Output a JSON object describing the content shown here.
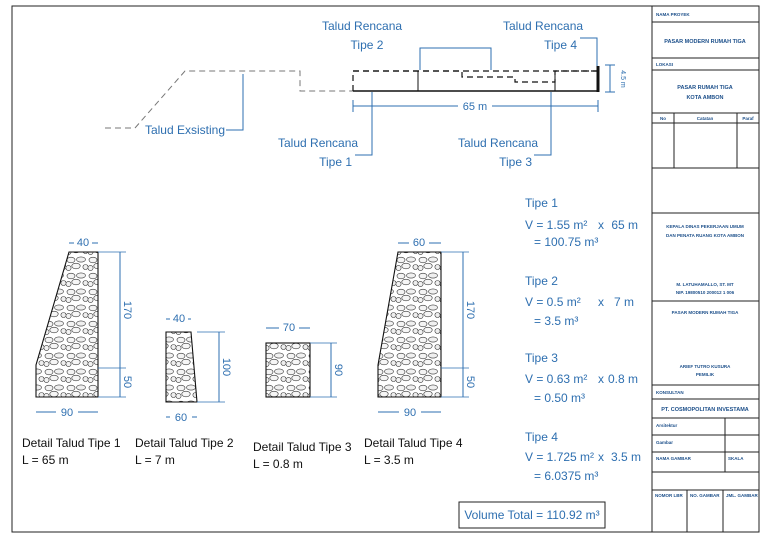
{
  "plan": {
    "labels": {
      "tipe2": [
        "Talud Rencana",
        "Tipe 2"
      ],
      "tipe4": [
        "Talud Rencana",
        "Tipe 4"
      ],
      "tipe1": [
        "Talud Rencana",
        "Tipe 1"
      ],
      "tipe3": [
        "Talud Rencana",
        "Tipe 3"
      ],
      "existing": "Talud Exsisting",
      "length": "65 m",
      "side": "4.5 m"
    }
  },
  "details": [
    {
      "title": "Detail Talud Tipe 1",
      "length": "L = 65 m",
      "top": "40",
      "bottom": "90",
      "h1": "170",
      "h2": "50"
    },
    {
      "title": "Detail Talud Tipe 2",
      "length": "L = 7 m",
      "top": "40",
      "bottom": "60",
      "h1": "100"
    },
    {
      "title": "Detail Talud Tipe 3",
      "length": "L = 0.8 m",
      "top": "70",
      "h1": "90"
    },
    {
      "title": "Detail Talud Tipe 4",
      "length": "L = 3.5 m",
      "top": "60",
      "bottom": "90",
      "h1": "170",
      "h2": "50"
    }
  ],
  "volumes": [
    {
      "tipe": "Tipe 1",
      "area": "V = 1.55 m²",
      "x": "x",
      "len": "65 m",
      "result": "= 100.75 m³"
    },
    {
      "tipe": "Tipe 2",
      "area": "V = 0.5 m²",
      "x": "x",
      "len": "7 m",
      "result": "= 3.5 m³"
    },
    {
      "tipe": "Tipe 3",
      "area": "V = 0.63 m²",
      "x": "x",
      "len": "0.8 m",
      "result": "= 0.50 m³"
    },
    {
      "tipe": "Tipe 4",
      "area": "V = 1.725 m²",
      "x": "x",
      "len": "3.5 m",
      "result": "= 6.0375 m³"
    }
  ],
  "total": "Volume Total = 110.92 m³",
  "title_block": {
    "nama_proyek_label": "NAMA PROYEK",
    "nama_proyek": "PASAR MODERN RUMAH TIGA",
    "lokasi_label": "LOKASI",
    "lokasi_1": "PASAR RUMAH TIGA",
    "lokasi_2": "KOTA AMBON",
    "col_no": "No",
    "col_catatan": "Catatan",
    "col_paraf": "Paraf",
    "kepala_1": "KEPALA DINAS PEKERJAAN UMUM",
    "kepala_2": "DAN PENATA RUANG KOTA AMBON",
    "kepala_name": "M. LATUHAMALLO, ST. MT",
    "kepala_nip": "NIP.     19800510 200012 1 006",
    "pasar": "PASAR MODERN RUMAH TIGA",
    "pemilik_name": "ARIEF TUTRO KUSURA",
    "pemilik_label": "PEMILIK",
    "konsultan_label": "KONSULTAN",
    "konsultan": "PT. COSMOPOLITAN INVESTAMA",
    "row_a": "Arsitektur",
    "row_b": "Gambar",
    "row_c1": "NAMA GAMBAR",
    "row_c2": "SKALA",
    "row_d1": "NOMOR LBR",
    "row_d2": "NO. GAMBAR",
    "row_d3": "JML. GAMBAR"
  }
}
